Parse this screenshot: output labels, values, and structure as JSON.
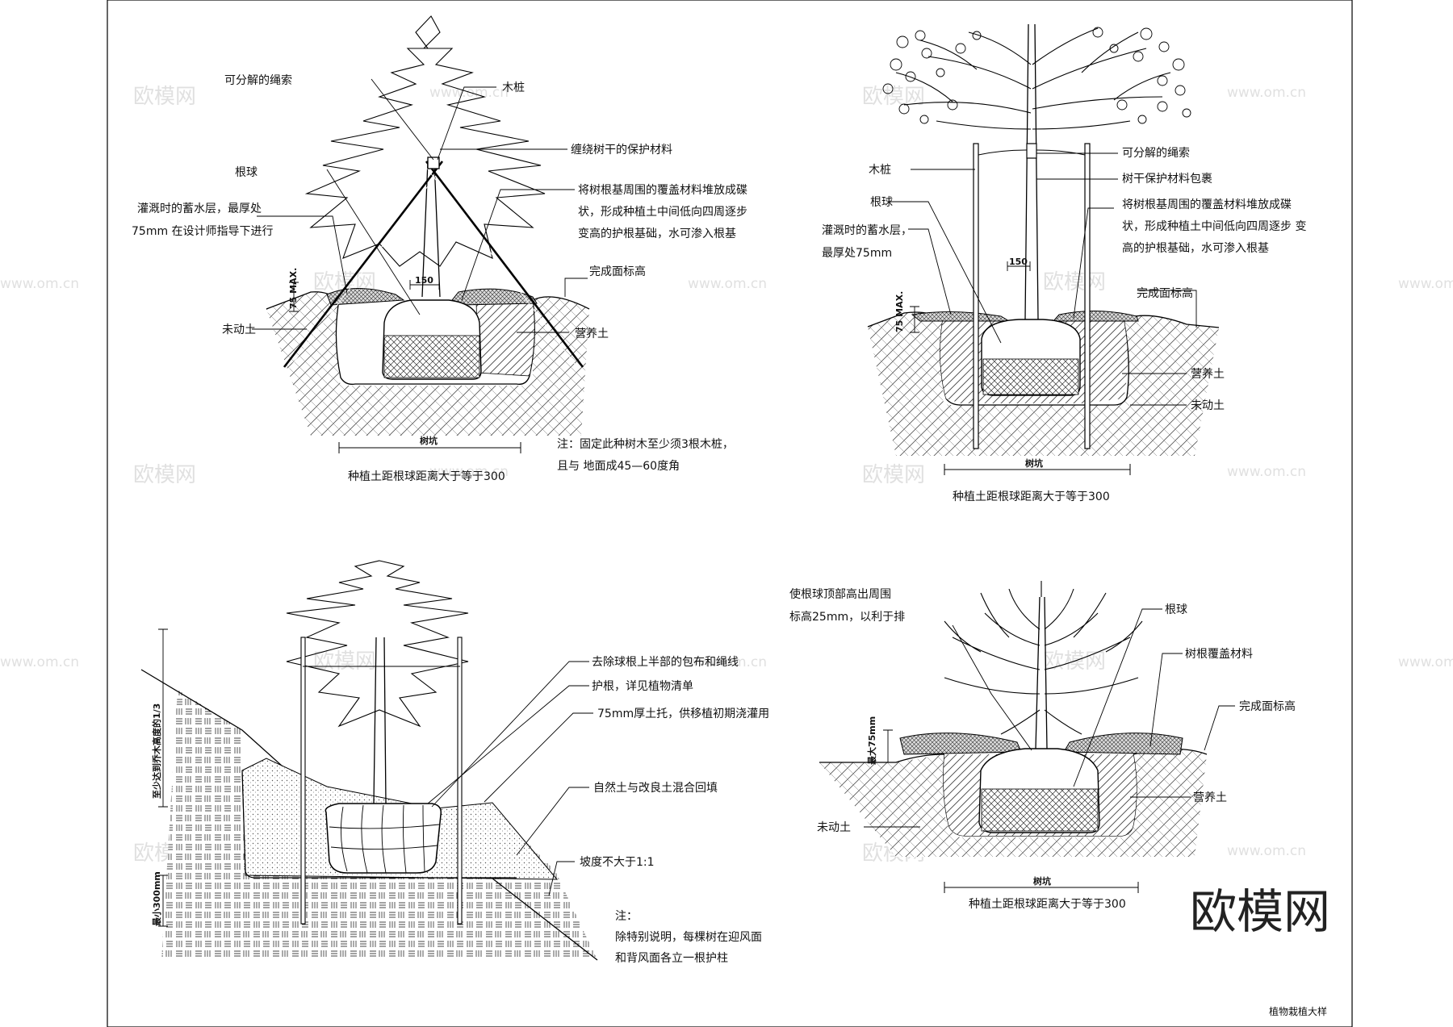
{
  "sheet_title": "植物栽植大样",
  "watermark": {
    "brand": "欧模网",
    "url": "www.om.cn"
  },
  "brand_logo": "欧模网",
  "details": [
    {
      "labels": {
        "rope": "可分解的绳索",
        "stake": "木桩",
        "wrap": "缠绕树干的保护材料",
        "rootball": "根球",
        "water_layer": [
          "灌溉时的蓄水层，最厚处",
          "75mm 在设计师指导下进行"
        ],
        "mulch": [
          "将树根基周围的覆盖材料堆放成碟",
          "状，形成种植土中间低向四周逐步",
          "变高的护根基础，水可渗入根基"
        ],
        "grade": "完成面标高",
        "undisturbed": "未动土",
        "topsoil": "营养土",
        "dim_150": "150",
        "dim_75max": "75 MAX.",
        "pit": "树坑",
        "distance": "种植土距根球距离大于等于300",
        "note": [
          "注：固定此种树木至少须3根木桩，",
          "且与 地面成45—60度角"
        ]
      }
    },
    {
      "labels": {
        "rope": "可分解的绳索",
        "stake": "木桩",
        "wrap": "树干保护材料包裹",
        "rootball": "根球",
        "water_layer": [
          "灌溉时的蓄水层，",
          "最厚处75mm"
        ],
        "mulch": [
          "将树根基周围的覆盖材料堆放成碟",
          "状，形成种植土中间低向四周逐步 变",
          "高的护根基础，水可渗入根基"
        ],
        "grade": "完成面标高",
        "topsoil": "营养土",
        "undisturbed": "未动土",
        "dim_150": "150",
        "dim_75max": "75 MAX.",
        "pit": "树坑",
        "distance": "种植土距根球距离大于等于300"
      }
    },
    {
      "labels": {
        "remove_burlap": "去除球根上半部的包布和绳线",
        "guard": "护根，详见植物清单",
        "saucer": "75mm厚土托，供移植初期浇灌用",
        "backfill": "自然土与改良土混合回填",
        "slope": "坡度不大于1:1",
        "height_dim": "至少达到乔木高度的1/3",
        "depth_dim": "最小300mm",
        "note": [
          "注：",
          "除特别说明，每棵树在迎风面",
          "和背风面各立一根护柱"
        ]
      }
    },
    {
      "labels": {
        "raise": [
          "使根球顶部高出周围",
          "标高25mm，以利于排"
        ],
        "rootball": "根球",
        "mulch": "树根覆盖材料",
        "grade": "完成面标高",
        "topsoil": "营养土",
        "undisturbed": "未动土",
        "dim_75": "最大75mm",
        "pit": "树坑",
        "distance": "种植土距根球距离大于等于300"
      }
    }
  ]
}
